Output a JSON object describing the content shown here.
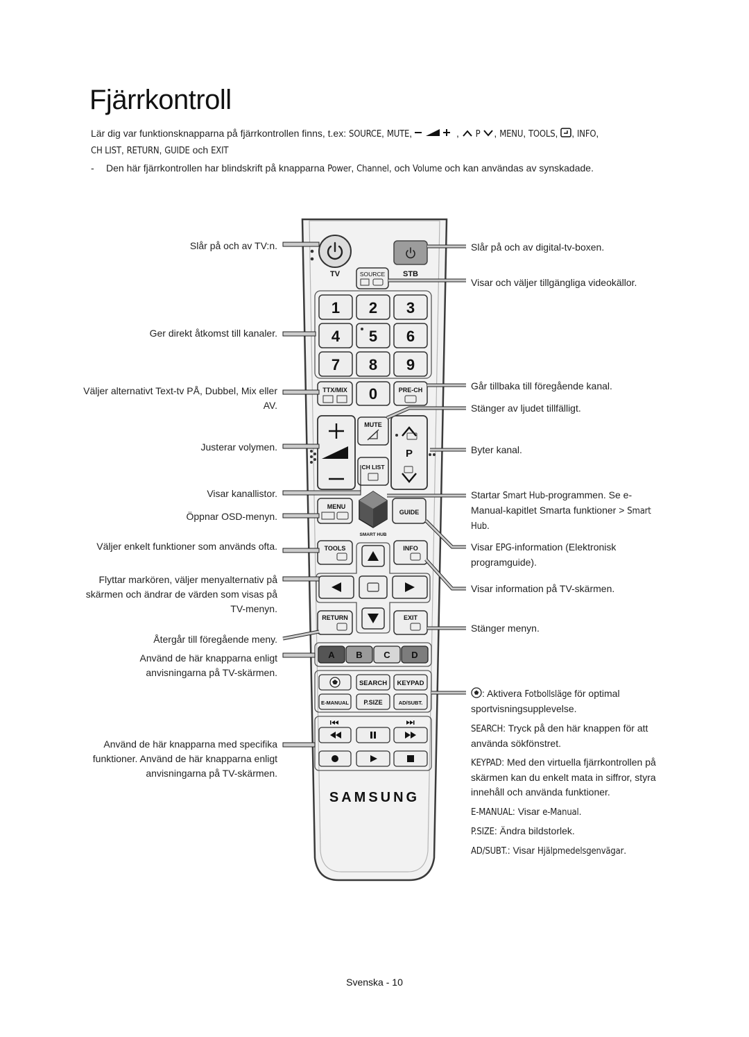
{
  "page": {
    "title": "Fjärrkontroll",
    "intro": {
      "lead": "Lär dig var funktionsknapparna på fjärrkontrollen finns, t.ex:",
      "source": "SOURCE",
      "mute": "MUTE",
      "p": "P",
      "menu": "MENU",
      "tools": "TOOLS",
      "info": "INFO",
      "chlist": "CH LIST",
      "return": "RETURN",
      "guide": "GUIDE",
      "och": "och",
      "exit": "EXIT"
    },
    "note": {
      "dash": "-",
      "text1": "Den här fjärrkontrollen har blindskrift på knapparna",
      "power": "Power",
      "channel": "Channel",
      "och": ", och",
      "volume": "Volume",
      "text2": "och kan användas av synskadade."
    },
    "footer": "Svenska - 10"
  },
  "labels_left": [
    "Slår på och av TV:n.",
    "Ger direkt åtkomst till kanaler.",
    "Väljer alternativt Text-tv PÅ, Dubbel, Mix eller AV.",
    "Justerar volymen.",
    "Visar kanallistor.",
    "Öppnar OSD-menyn.",
    "Väljer enkelt funktioner som används ofta.",
    "Flyttar markören, väljer menyalternativ på skärmen och ändrar de värden som visas på TV-menyn.",
    "Återgår till föregående meny.",
    "Använd de här knapparna enligt anvisningarna på TV-skärmen.",
    "Använd de här knapparna med specifika funktioner. Använd de här knapparna enligt anvisningarna på TV-skärmen."
  ],
  "labels_right": {
    "stb_power": "Slår på och av digital-tv-boxen.",
    "source": "Visar och väljer tillgängliga videokällor.",
    "prech": "Går tillbaka till föregående kanal.",
    "mute": "Stänger av ljudet tillfälligt.",
    "channel": "Byter kanal.",
    "smarthub_1": "Startar",
    "smarthub_2": "Smart Hub",
    "smarthub_3": "-programmen. Se e-Manual-kapitlet",
    "smarthub_4": "Smarta funktioner",
    "smarthub_5": ">",
    "smarthub_6": "Smart Hub",
    "guide_1": "Visar",
    "guide_2": "EPG",
    "guide_3": "-information (Elektronisk programguide).",
    "info": "Visar information på TV-skärmen.",
    "exit": "Stänger menyn.",
    "football_1": ": Aktivera",
    "football_2": "Fotbollsläge",
    "football_3": "för optimal sportvisningsupplevelse.",
    "search_1": "SEARCH",
    "search_2": ": Tryck på den här knappen för att använda sökfönstret.",
    "keypad_1": "KEYPAD",
    "keypad_2": ": Med den virtuella fjärrkontrollen på skärmen kan du enkelt mata in siffror, styra innehåll och använda funktioner.",
    "emanual_1": "E-MANUAL",
    "emanual_2": ": Visar",
    "emanual_3": "e-Manual",
    "psize_1": "P.SIZE",
    "psize_2": ": Ändra bildstorlek.",
    "adsubt_1": "AD/SUBT.",
    "adsubt_2": ": Visar",
    "adsubt_3": "Hjälpmedelsgenvägar"
  },
  "remote": {
    "tv": "TV",
    "stb": "STB",
    "source": "SOURCE",
    "numbers": [
      "1",
      "2",
      "3",
      "4",
      "5",
      "6",
      "7",
      "8",
      "9",
      "0"
    ],
    "ttxmix": "TTX/MIX",
    "prech": "PRE-CH",
    "mute": "MUTE",
    "chlist": "CH LIST",
    "p": "P",
    "menu": "MENU",
    "guide": "GUIDE",
    "smarthub": "SMART HUB",
    "tools": "TOOLS",
    "info": "INFO",
    "return": "RETURN",
    "exit": "EXIT",
    "abcd": [
      "A",
      "B",
      "C",
      "D"
    ],
    "search": "SEARCH",
    "keypad": "KEYPAD",
    "emanual": "E-MANUAL",
    "psize": "P.SIZE",
    "adsubt": "AD/SUBT.",
    "brand": "SAMSUNG"
  },
  "colors": {
    "remote_body": "#f2f2f2",
    "button_face": "#eeeeee",
    "a": "#555555",
    "b": "#9a9a9a",
    "c": "#d6d6d6",
    "d": "#7d7d7d"
  }
}
